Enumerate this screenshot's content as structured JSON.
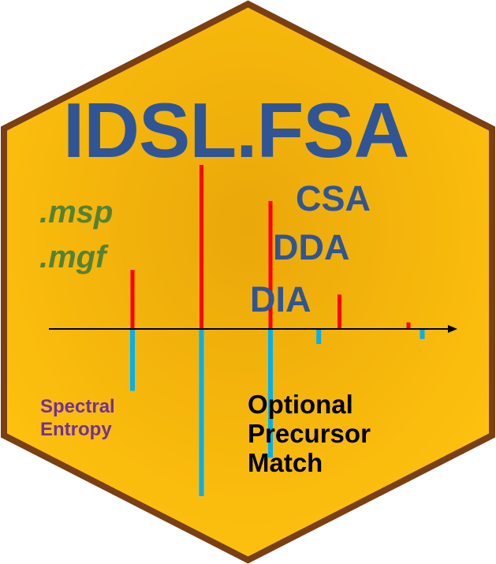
{
  "title": "IDSL.FSA",
  "formats": [
    ".msp",
    ".mgf"
  ],
  "modes": [
    "CSA",
    "DDA",
    "DIA"
  ],
  "entropy_label": [
    "Spectral",
    "Entropy"
  ],
  "precursor_label": [
    "Optional",
    "Precursor",
    "Match"
  ],
  "colors": {
    "hex_border": "#7a3f14",
    "hex_fill_center": "#eaa80a",
    "hex_fill_edge": "#ffc20e",
    "title": "#2f5597",
    "modes": "#2f5597",
    "formats": "#548235",
    "entropy": "#7030a0",
    "precursor": "#000000",
    "top_peaks": "#ff0000",
    "bottom_peaks": "#00b0f0",
    "axis": "#000000"
  },
  "icons": [
    "hexagon-badge",
    "arrow-right-icon"
  ],
  "chart_data": {
    "type": "bar",
    "style": "mirror-spectrum",
    "top_series": {
      "x": [
        1,
        2,
        3,
        4,
        5
      ],
      "values": [
        0.36,
        1.0,
        0.78,
        0.21,
        0.04
      ]
    },
    "bottom_series": {
      "x": [
        1,
        2,
        3,
        3.7,
        5.2
      ],
      "values": [
        -0.37,
        -1.0,
        -0.77,
        -0.09,
        -0.06
      ]
    },
    "xlim": [
      0,
      5.6
    ],
    "ylim": [
      -1,
      1
    ],
    "axis_arrow": true,
    "grid": false
  }
}
